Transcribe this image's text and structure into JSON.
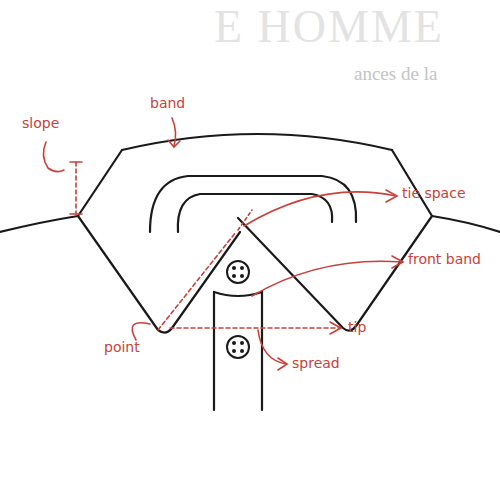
{
  "diagram": {
    "labels": [
      "E HOMME",
      "ances de la",
      "slope",
      "band",
      "tie space",
      "front band",
      "point",
      "tip",
      "spread"
    ]
  }
}
